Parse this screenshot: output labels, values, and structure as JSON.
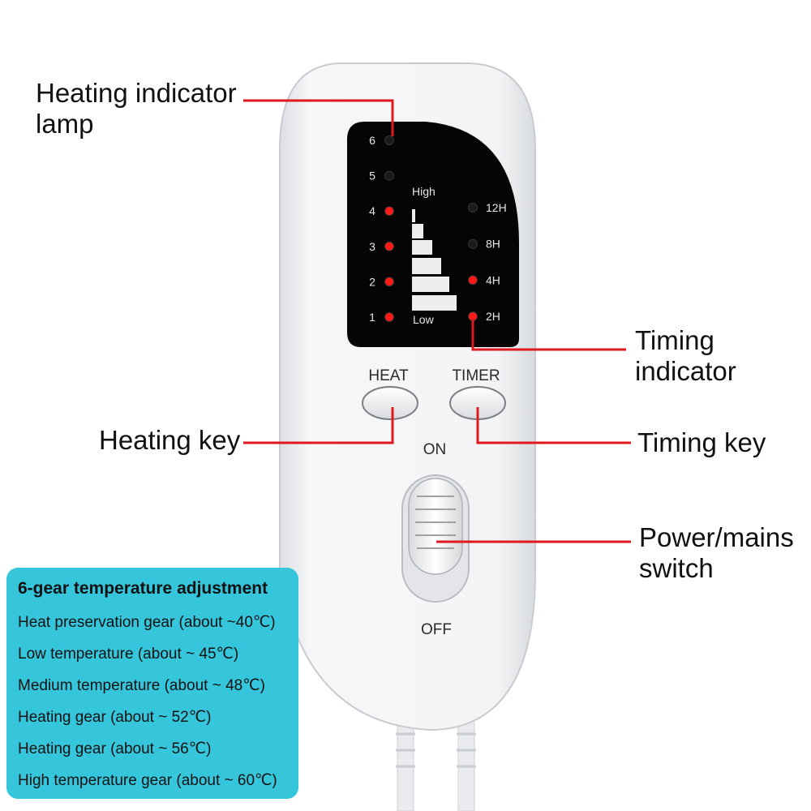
{
  "colors": {
    "callout_line": "#e0191f",
    "led_on": "#ff1a1a",
    "led_off": "#1b1b1b",
    "panel": "#050505",
    "body": "#f4f5f7",
    "info_bg": "#35c6dc"
  },
  "callouts": {
    "heating_indicator": {
      "line1": "Heating indicator",
      "line2": "lamp"
    },
    "timing_indicator": {
      "line1": "Timing",
      "line2": "indicator"
    },
    "heating_key": {
      "line1": "Heating key"
    },
    "timing_key": {
      "line1": "Timing key"
    },
    "power_switch": {
      "line1": "Power/mains",
      "line2": "switch"
    }
  },
  "display": {
    "heat_levels": [
      {
        "label": "6",
        "lit": false
      },
      {
        "label": "5",
        "lit": false
      },
      {
        "label": "4",
        "lit": true
      },
      {
        "label": "3",
        "lit": true
      },
      {
        "label": "2",
        "lit": true
      },
      {
        "label": "1",
        "lit": true
      }
    ],
    "timer_levels": [
      {
        "label": "12H",
        "lit": false
      },
      {
        "label": "8H",
        "lit": false
      },
      {
        "label": "4H",
        "lit": true
      },
      {
        "label": "2H",
        "lit": true
      }
    ],
    "scale_high": "High",
    "scale_low": "Low"
  },
  "buttons": {
    "heat_label": "HEAT",
    "timer_label": "TIMER"
  },
  "switch": {
    "on_label": "ON",
    "off_label": "OFF"
  },
  "info": {
    "title": "6-gear temperature adjustment",
    "items": [
      "Heat preservation gear (about ~40℃)",
      "Low temperature (about ~ 45℃)",
      "Medium temperature (about ~ 48℃)",
      "Heating gear (about ~ 52℃)",
      "Heating gear (about ~ 56℃)",
      "High temperature gear (about ~ 60℃)"
    ]
  }
}
